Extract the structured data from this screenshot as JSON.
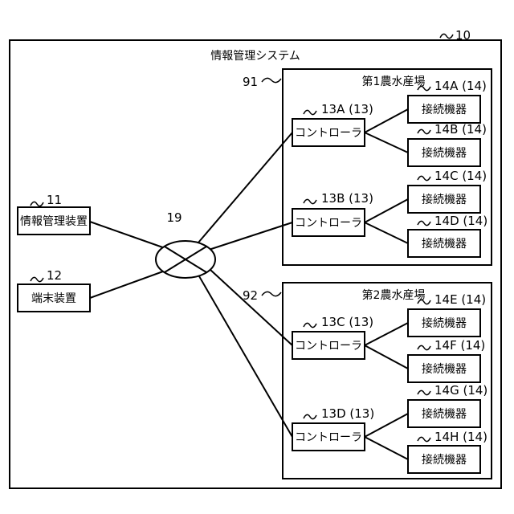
{
  "system": {
    "ref": "10",
    "title": "情報管理システム"
  },
  "network": {
    "ref": "19"
  },
  "info_device": {
    "ref": "11",
    "label": "情報管理装置"
  },
  "terminal": {
    "ref": "12",
    "label": "端末装置"
  },
  "farm1": {
    "ref": "91",
    "title": "第1農水産場",
    "controllers": [
      {
        "ref": "13A (13)",
        "label": "コントローラ",
        "devices": [
          {
            "ref": "14A (14)",
            "label": "接続機器"
          },
          {
            "ref": "14B (14)",
            "label": "接続機器"
          }
        ]
      },
      {
        "ref": "13B (13)",
        "label": "コントローラ",
        "devices": [
          {
            "ref": "14C (14)",
            "label": "接続機器"
          },
          {
            "ref": "14D (14)",
            "label": "接続機器"
          }
        ]
      }
    ]
  },
  "farm2": {
    "ref": "92",
    "title": "第2農水産場",
    "controllers": [
      {
        "ref": "13C (13)",
        "label": "コントローラ",
        "devices": [
          {
            "ref": "14E (14)",
            "label": "接続機器"
          },
          {
            "ref": "14F (14)",
            "label": "接続機器"
          }
        ]
      },
      {
        "ref": "13D (13)",
        "label": "コントローラ",
        "devices": [
          {
            "ref": "14G (14)",
            "label": "接続機器"
          },
          {
            "ref": "14H (14)",
            "label": "接続機器"
          }
        ]
      }
    ]
  }
}
